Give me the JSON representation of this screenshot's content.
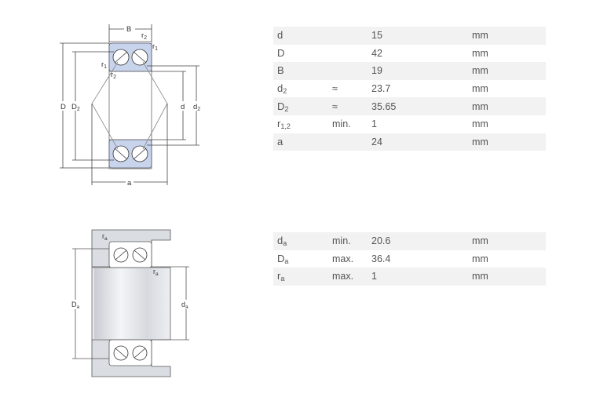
{
  "diagram_top": {
    "labels": {
      "B": "B",
      "r2_top": "r",
      "r2_top_sub": "2",
      "r1_top": "r",
      "r1_top_sub": "1",
      "r1_left": "r",
      "r1_left_sub": "1",
      "r2_left": "r",
      "r2_left_sub": "2",
      "D": "D",
      "D2": "D",
      "D2_sub": "2",
      "d": "d",
      "d2": "d",
      "d2_sub": "2",
      "a": "a"
    }
  },
  "diagram_bottom": {
    "labels": {
      "ra_top": "r",
      "ra_top_sub": "a",
      "ra_right": "r",
      "ra_right_sub": "a",
      "Da": "D",
      "Da_sub": "a",
      "da": "d",
      "da_sub": "a"
    }
  },
  "dimensions": [
    {
      "sym": "d",
      "sub": "",
      "qual": "",
      "value": "15",
      "unit": "mm"
    },
    {
      "sym": "D",
      "sub": "",
      "qual": "",
      "value": "42",
      "unit": "mm"
    },
    {
      "sym": "B",
      "sub": "",
      "qual": "",
      "value": "19",
      "unit": "mm"
    },
    {
      "sym": "d",
      "sub": "2",
      "qual": "≈",
      "value": "23.7",
      "unit": "mm"
    },
    {
      "sym": "D",
      "sub": "2",
      "qual": "≈",
      "value": "35.65",
      "unit": "mm"
    },
    {
      "sym": "r",
      "sub": "1,2",
      "qual": "min.",
      "value": "1",
      "unit": "mm"
    },
    {
      "sym": "a",
      "sub": "",
      "qual": "",
      "value": "24",
      "unit": "mm"
    }
  ],
  "abutment": [
    {
      "sym": "d",
      "sub": "a",
      "qual": "min.",
      "value": "20.6",
      "unit": "mm"
    },
    {
      "sym": "D",
      "sub": "a",
      "qual": "max.",
      "value": "36.4",
      "unit": "mm"
    },
    {
      "sym": "r",
      "sub": "a",
      "qual": "max.",
      "value": "1",
      "unit": "mm"
    }
  ]
}
